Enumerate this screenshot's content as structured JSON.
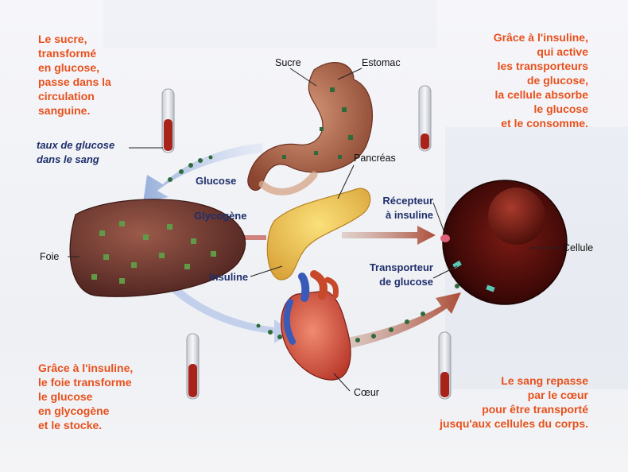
{
  "captions": {
    "top_left": "Le sucre,\ntransformé\nen glucose,\npasse dans la\ncirculation\nsanguine.",
    "top_right": "Grâce à l'insuline,\nqui active\nles transporteurs\nde glucose,\nla cellule absorbe\nle glucose\net le consomme.",
    "bottom_left": "Grâce à l'insuline,\nle foie transforme\nle glucose\nen glycogène\net le stocke.",
    "bottom_right": "Le sang repasse\npar le cœur\npour être transporté\njusqu'aux cellules du corps."
  },
  "labels": {
    "taux": "taux de glucose\ndans le sang",
    "sucre": "Sucre",
    "estomac": "Estomac",
    "pancreas": "Pancréas",
    "glucose": "Glucose",
    "glycogene": "Glycogène",
    "foie": "Foie",
    "insuline": "Insuline",
    "recepteur": "Récepteur\nà insuline",
    "transporteur": "Transporteur\nde glucose",
    "cellule": "Cellule",
    "coeur": "Cœur"
  },
  "colors": {
    "caption": "#e8501c",
    "label_blue": "#1f2f6b",
    "organ_brown": "#7a3a2a",
    "glucose_green": "#2f6a3a"
  }
}
